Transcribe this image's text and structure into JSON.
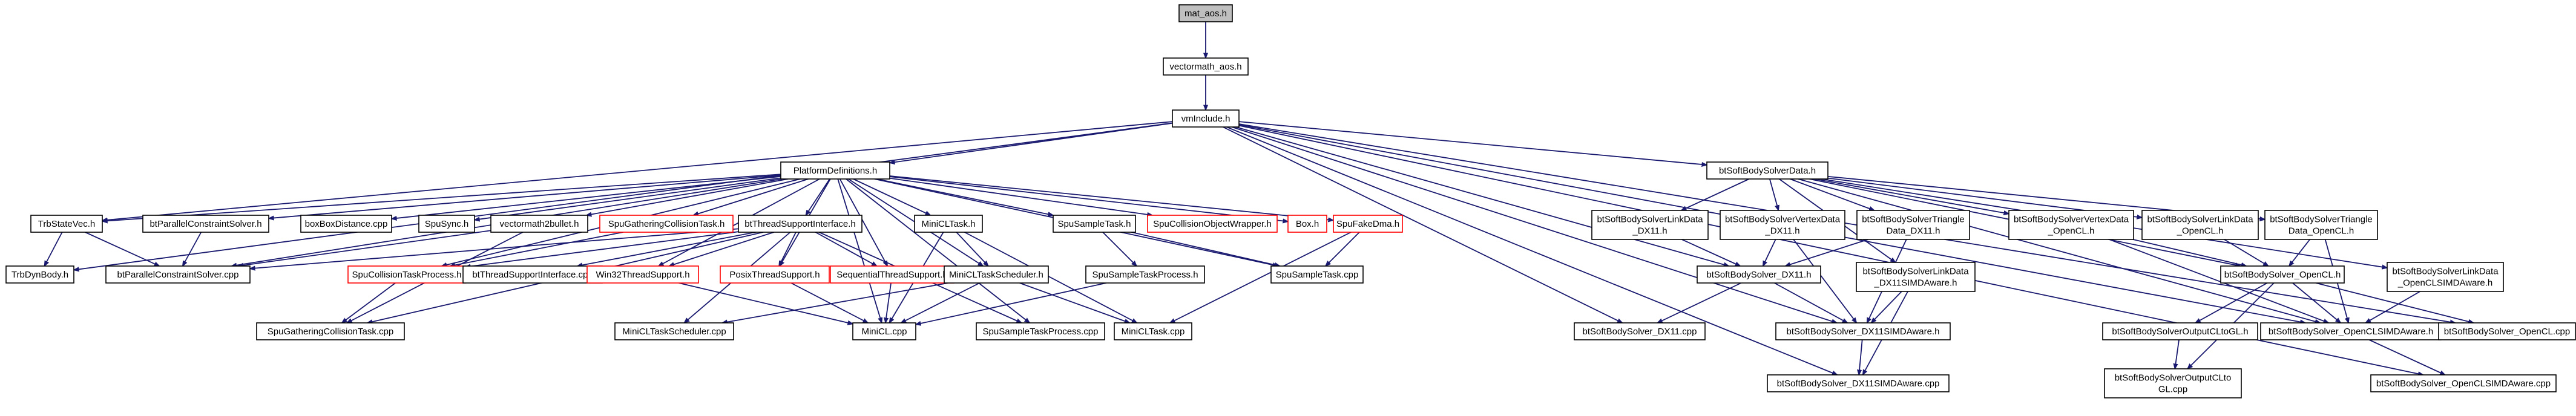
{
  "graph": {
    "edge_color": "#191970",
    "node_border": "#000000",
    "external_border": "#ff0000",
    "root_fill": "#bfbfbf",
    "nodes": [
      {
        "id": "mat_aos",
        "label": "mat_aos.h",
        "style": "root"
      },
      {
        "id": "vectormath_aos",
        "label": "vectormath_aos.h"
      },
      {
        "id": "vmInclude",
        "label": "vmInclude.h"
      },
      {
        "id": "PlatformDefinitions",
        "label": "PlatformDefinitions.h"
      },
      {
        "id": "btSoftBodySolverData",
        "label": "btSoftBodySolverData.h"
      },
      {
        "id": "TrbStateVec",
        "label": "TrbStateVec.h"
      },
      {
        "id": "btParallelConstraintSolverH",
        "label": "btParallelConstraintSolver.h"
      },
      {
        "id": "boxBoxDistance",
        "label": "boxBoxDistance.cpp"
      },
      {
        "id": "SpuSync",
        "label": "SpuSync.h"
      },
      {
        "id": "vectormath2bullet",
        "label": "vectormath2bullet.h"
      },
      {
        "id": "SpuGatheringCollisionTaskH",
        "label": "SpuGatheringCollisionTask.h",
        "style": "ext"
      },
      {
        "id": "btThreadSupportInterfaceH",
        "label": "btThreadSupportInterface.h"
      },
      {
        "id": "MiniCLTaskH",
        "label": "MiniCLTask.h"
      },
      {
        "id": "SpuSampleTaskH",
        "label": "SpuSampleTask.h"
      },
      {
        "id": "SpuCollisionObjectWrapper",
        "label": "SpuCollisionObjectWrapper.h",
        "style": "ext"
      },
      {
        "id": "BoxH",
        "label": "Box.h",
        "style": "ext"
      },
      {
        "id": "SpuFakeDma",
        "label": "SpuFakeDma.h",
        "style": "ext"
      },
      {
        "id": "TrbDynBody",
        "label": "TrbDynBody.h"
      },
      {
        "id": "btParallelConstraintSolverCpp",
        "label": "btParallelConstraintSolver.cpp"
      },
      {
        "id": "SpuCollisionTaskProcess",
        "label": "SpuCollisionTaskProcess.h",
        "style": "ext"
      },
      {
        "id": "btThreadSupportInterfaceCpp",
        "label": "btThreadSupportInterface.cpp"
      },
      {
        "id": "Win32ThreadSupport",
        "label": "Win32ThreadSupport.h",
        "style": "ext"
      },
      {
        "id": "PosixThreadSupport",
        "label": "PosixThreadSupport.h",
        "style": "ext"
      },
      {
        "id": "SequentialThreadSupport",
        "label": "SequentialThreadSupport.h",
        "style": "ext"
      },
      {
        "id": "MiniCLTaskScheduler",
        "label": "MiniCLTaskScheduler.h"
      },
      {
        "id": "SpuSampleTaskProcess",
        "label": "SpuSampleTaskProcess.h"
      },
      {
        "id": "SpuSampleTaskCpp",
        "label": "SpuSampleTask.cpp"
      },
      {
        "id": "SpuGatheringCollisionTaskCpp",
        "label": "SpuGatheringCollisionTask.cpp"
      },
      {
        "id": "MiniCLTaskSchedulerCpp",
        "label": "MiniCLTaskScheduler.cpp"
      },
      {
        "id": "MiniCLCpp",
        "label": "MiniCL.cpp"
      },
      {
        "id": "SpuSampleTaskProcessCpp",
        "label": "SpuSampleTaskProcess.cpp"
      },
      {
        "id": "MiniCLTaskCpp",
        "label": "MiniCLTask.cpp"
      },
      {
        "id": "LinkData_DX11",
        "label": [
          "btSoftBodySolverLinkData",
          "_DX11.h"
        ]
      },
      {
        "id": "VertexData_DX11",
        "label": [
          "btSoftBodySolverVertexData",
          "_DX11.h"
        ]
      },
      {
        "id": "TriangleData_DX11",
        "label": [
          "btSoftBodySolverTriangle",
          "Data_DX11.h"
        ]
      },
      {
        "id": "VertexData_OpenCL",
        "label": [
          "btSoftBodySolverVertexData",
          "_OpenCL.h"
        ]
      },
      {
        "id": "LinkData_OpenCL",
        "label": [
          "btSoftBodySolverLinkData",
          "_OpenCL.h"
        ]
      },
      {
        "id": "TriangleData_OpenCL",
        "label": [
          "btSoftBodySolverTriangle",
          "Data_OpenCL.h"
        ]
      },
      {
        "id": "LinkData_DX11SIMDAware",
        "label": [
          "btSoftBodySolverLinkData",
          "_DX11SIMDAware.h"
        ]
      },
      {
        "id": "Solver_DX11H",
        "label": "btSoftBodySolver_DX11.h"
      },
      {
        "id": "Solver_OpenCLH",
        "label": "btSoftBodySolver_OpenCL.h"
      },
      {
        "id": "LinkData_OpenCLSIMDAware",
        "label": [
          "btSoftBodySolverLinkData",
          "_OpenCLSIMDAware.h"
        ]
      },
      {
        "id": "Solver_DX11Cpp",
        "label": "btSoftBodySolver_DX11.cpp"
      },
      {
        "id": "Solver_DX11SIMDAwareH",
        "label": "btSoftBodySolver_DX11SIMDAware.h"
      },
      {
        "id": "SolverOutputCLtoGLH",
        "label": "btSoftBodySolverOutputCLtoGL.h"
      },
      {
        "id": "Solver_OpenCLSIMDAwareH",
        "label": "btSoftBodySolver_OpenCLSIMDAware.h"
      },
      {
        "id": "Solver_OpenCLCpp",
        "label": "btSoftBodySolver_OpenCL.cpp"
      },
      {
        "id": "SolverOutputCLtoGLCpp",
        "label": [
          "btSoftBodySolverOutputCLto",
          "GL.cpp"
        ]
      },
      {
        "id": "Solver_DX11SIMDAwareCpp",
        "label": "btSoftBodySolver_DX11SIMDAware.cpp"
      },
      {
        "id": "Solver_OpenCLSIMDAwareCpp",
        "label": "btSoftBodySolver_OpenCLSIMDAware.cpp"
      }
    ],
    "edges": [
      [
        "mat_aos",
        "vectormath_aos"
      ],
      [
        "vectormath_aos",
        "vmInclude"
      ],
      [
        "vmInclude",
        "PlatformDefinitions"
      ],
      [
        "vmInclude",
        "btSoftBodySolverData"
      ],
      [
        "vmInclude",
        "TrbStateVec"
      ],
      [
        "vmInclude",
        "TrbDynBody"
      ],
      [
        "vmInclude",
        "Solver_DX11H"
      ],
      [
        "vmInclude",
        "Solver_DX11Cpp"
      ],
      [
        "vmInclude",
        "Solver_DX11SIMDAwareH"
      ],
      [
        "vmInclude",
        "Solver_DX11SIMDAwareCpp"
      ],
      [
        "vmInclude",
        "Solver_OpenCLSIMDAwareH"
      ],
      [
        "vmInclude",
        "Solver_OpenCLCpp"
      ],
      [
        "vmInclude",
        "Solver_OpenCLSIMDAwareCpp"
      ],
      [
        "PlatformDefinitions",
        "TrbStateVec"
      ],
      [
        "PlatformDefinitions",
        "btParallelConstraintSolverH"
      ],
      [
        "PlatformDefinitions",
        "boxBoxDistance"
      ],
      [
        "PlatformDefinitions",
        "SpuSync"
      ],
      [
        "PlatformDefinitions",
        "vectormath2bullet"
      ],
      [
        "PlatformDefinitions",
        "SpuGatheringCollisionTaskH"
      ],
      [
        "PlatformDefinitions",
        "btThreadSupportInterfaceH"
      ],
      [
        "PlatformDefinitions",
        "MiniCLTaskH"
      ],
      [
        "PlatformDefinitions",
        "SpuSampleTaskH"
      ],
      [
        "PlatformDefinitions",
        "SpuCollisionObjectWrapper"
      ],
      [
        "PlatformDefinitions",
        "BoxH"
      ],
      [
        "PlatformDefinitions",
        "SpuFakeDma"
      ],
      [
        "PlatformDefinitions",
        "btParallelConstraintSolverCpp"
      ],
      [
        "PlatformDefinitions",
        "SpuCollisionTaskProcess"
      ],
      [
        "PlatformDefinitions",
        "Win32ThreadSupport"
      ],
      [
        "PlatformDefinitions",
        "PosixThreadSupport"
      ],
      [
        "PlatformDefinitions",
        "SequentialThreadSupport"
      ],
      [
        "PlatformDefinitions",
        "MiniCLTaskScheduler"
      ],
      [
        "PlatformDefinitions",
        "SpuSampleTaskCpp"
      ],
      [
        "PlatformDefinitions",
        "MiniCLCpp"
      ],
      [
        "PlatformDefinitions",
        "SpuSampleTaskProcessCpp"
      ],
      [
        "TrbStateVec",
        "TrbDynBody"
      ],
      [
        "TrbStateVec",
        "btParallelConstraintSolverCpp"
      ],
      [
        "btParallelConstraintSolverH",
        "btParallelConstraintSolverCpp"
      ],
      [
        "vectormath2bullet",
        "btParallelConstraintSolverCpp"
      ],
      [
        "vectormath2bullet",
        "SpuGatheringCollisionTaskCpp"
      ],
      [
        "SpuGatheringCollisionTaskH",
        "SpuCollisionTaskProcess"
      ],
      [
        "btThreadSupportInterfaceH",
        "btParallelConstraintSolverCpp"
      ],
      [
        "btThreadSupportInterfaceH",
        "SpuCollisionTaskProcess"
      ],
      [
        "btThreadSupportInterfaceH",
        "btThreadSupportInterfaceCpp"
      ],
      [
        "btThreadSupportInterfaceH",
        "Win32ThreadSupport"
      ],
      [
        "btThreadSupportInterfaceH",
        "PosixThreadSupport"
      ],
      [
        "btThreadSupportInterfaceH",
        "SequentialThreadSupport"
      ],
      [
        "btThreadSupportInterfaceH",
        "MiniCLTaskSchedulerCpp"
      ],
      [
        "btThreadSupportInterfaceH",
        "SpuGatheringCollisionTaskCpp"
      ],
      [
        "btThreadSupportInterfaceH",
        "SpuSampleTaskProcessCpp"
      ],
      [
        "MiniCLTaskH",
        "MiniCLTaskScheduler"
      ],
      [
        "MiniCLTaskH",
        "MiniCLTaskCpp"
      ],
      [
        "MiniCLTaskH",
        "MiniCLCpp"
      ],
      [
        "SpuSampleTaskH",
        "SpuSampleTaskProcess"
      ],
      [
        "SpuSampleTaskH",
        "SpuSampleTaskCpp"
      ],
      [
        "SpuFakeDma",
        "SpuSampleTaskCpp"
      ],
      [
        "SpuFakeDma",
        "MiniCLTaskCpp"
      ],
      [
        "SpuCollisionTaskProcess",
        "SpuGatheringCollisionTaskCpp"
      ],
      [
        "Win32ThreadSupport",
        "MiniCLCpp"
      ],
      [
        "PosixThreadSupport",
        "MiniCLCpp"
      ],
      [
        "SequentialThreadSupport",
        "MiniCLCpp"
      ],
      [
        "MiniCLTaskScheduler",
        "MiniCLTaskSchedulerCpp"
      ],
      [
        "MiniCLTaskScheduler",
        "MiniCLCpp"
      ],
      [
        "MiniCLTaskScheduler",
        "MiniCLTaskCpp"
      ],
      [
        "SpuSampleTaskProcess",
        "MiniCLCpp"
      ],
      [
        "btSoftBodySolverData",
        "LinkData_DX11"
      ],
      [
        "btSoftBodySolverData",
        "VertexData_DX11"
      ],
      [
        "btSoftBodySolverData",
        "TriangleData_DX11"
      ],
      [
        "btSoftBodySolverData",
        "LinkData_DX11SIMDAware"
      ],
      [
        "btSoftBodySolverData",
        "VertexData_OpenCL"
      ],
      [
        "btSoftBodySolverData",
        "LinkData_OpenCL"
      ],
      [
        "btSoftBodySolverData",
        "TriangleData_OpenCL"
      ],
      [
        "btSoftBodySolverData",
        "LinkData_OpenCLSIMDAware"
      ],
      [
        "btSoftBodySolverData",
        "Solver_OpenCLH"
      ],
      [
        "btSoftBodySolverData",
        "Solver_OpenCLSIMDAwareH"
      ],
      [
        "LinkData_DX11",
        "Solver_DX11H"
      ],
      [
        "VertexData_DX11",
        "Solver_DX11H"
      ],
      [
        "VertexData_DX11",
        "Solver_DX11SIMDAwareH"
      ],
      [
        "TriangleData_DX11",
        "Solver_DX11H"
      ],
      [
        "TriangleData_DX11",
        "Solver_DX11SIMDAwareH"
      ],
      [
        "LinkData_DX11SIMDAware",
        "Solver_DX11SIMDAwareH"
      ],
      [
        "LinkData_DX11SIMDAware",
        "Solver_DX11SIMDAwareCpp"
      ],
      [
        "Solver_DX11H",
        "Solver_DX11Cpp"
      ],
      [
        "Solver_DX11H",
        "Solver_DX11SIMDAwareH"
      ],
      [
        "Solver_DX11SIMDAwareH",
        "Solver_DX11SIMDAwareCpp"
      ],
      [
        "VertexData_OpenCL",
        "Solver_OpenCLH"
      ],
      [
        "VertexData_OpenCL",
        "Solver_OpenCLSIMDAwareH"
      ],
      [
        "LinkData_OpenCL",
        "Solver_OpenCLH"
      ],
      [
        "TriangleData_OpenCL",
        "Solver_OpenCLH"
      ],
      [
        "TriangleData_OpenCL",
        "Solver_OpenCLSIMDAwareH"
      ],
      [
        "LinkData_OpenCLSIMDAware",
        "Solver_OpenCLSIMDAwareH"
      ],
      [
        "Solver_OpenCLH",
        "SolverOutputCLtoGLH"
      ],
      [
        "Solver_OpenCLH",
        "Solver_OpenCLSIMDAwareH"
      ],
      [
        "Solver_OpenCLH",
        "Solver_OpenCLCpp"
      ],
      [
        "Solver_OpenCLH",
        "SolverOutputCLtoGLCpp"
      ],
      [
        "SolverOutputCLtoGLH",
        "SolverOutputCLtoGLCpp"
      ],
      [
        "Solver_OpenCLSIMDAwareH",
        "Solver_OpenCLSIMDAwareCpp"
      ]
    ]
  }
}
